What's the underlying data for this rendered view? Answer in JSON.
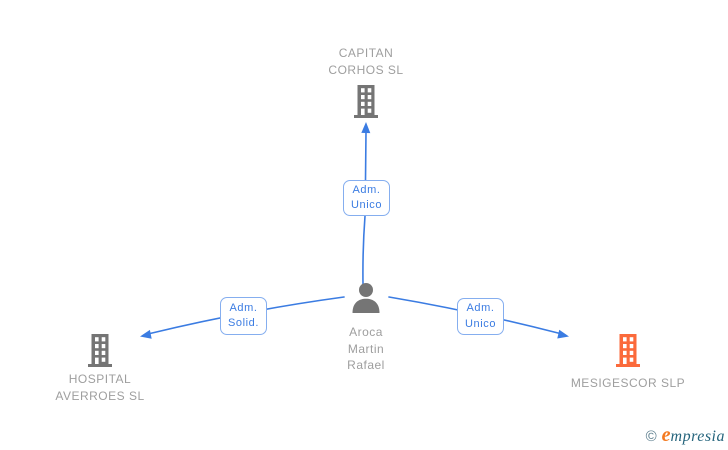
{
  "diagram": {
    "edge_color": "#3b7ce2",
    "nodes": {
      "top_company": {
        "line1": "CAPITAN",
        "line2": "CORHOS SL",
        "icon": "building-icon",
        "icon_color": "#757575"
      },
      "person": {
        "line1": "Aroca",
        "line2": "Martin",
        "line3": "Rafael",
        "icon": "person-icon",
        "icon_color": "#757575"
      },
      "left_company": {
        "line1": "HOSPITAL",
        "line2": "AVERROES SL",
        "icon": "building-icon",
        "icon_color": "#757575"
      },
      "right_company": {
        "line1": "MESIGESCOR SLP",
        "icon": "building-icon",
        "icon_color": "#fb6a3b"
      }
    },
    "edge_labels": {
      "top": {
        "line1": "Adm.",
        "line2": "Unico"
      },
      "left": {
        "line1": "Adm.",
        "line2": "Solid."
      },
      "right": {
        "line1": "Adm.",
        "line2": "Unico"
      }
    }
  },
  "footer": {
    "copyright_symbol": "©",
    "brand_initial": "e",
    "brand_rest": "mpresia"
  }
}
